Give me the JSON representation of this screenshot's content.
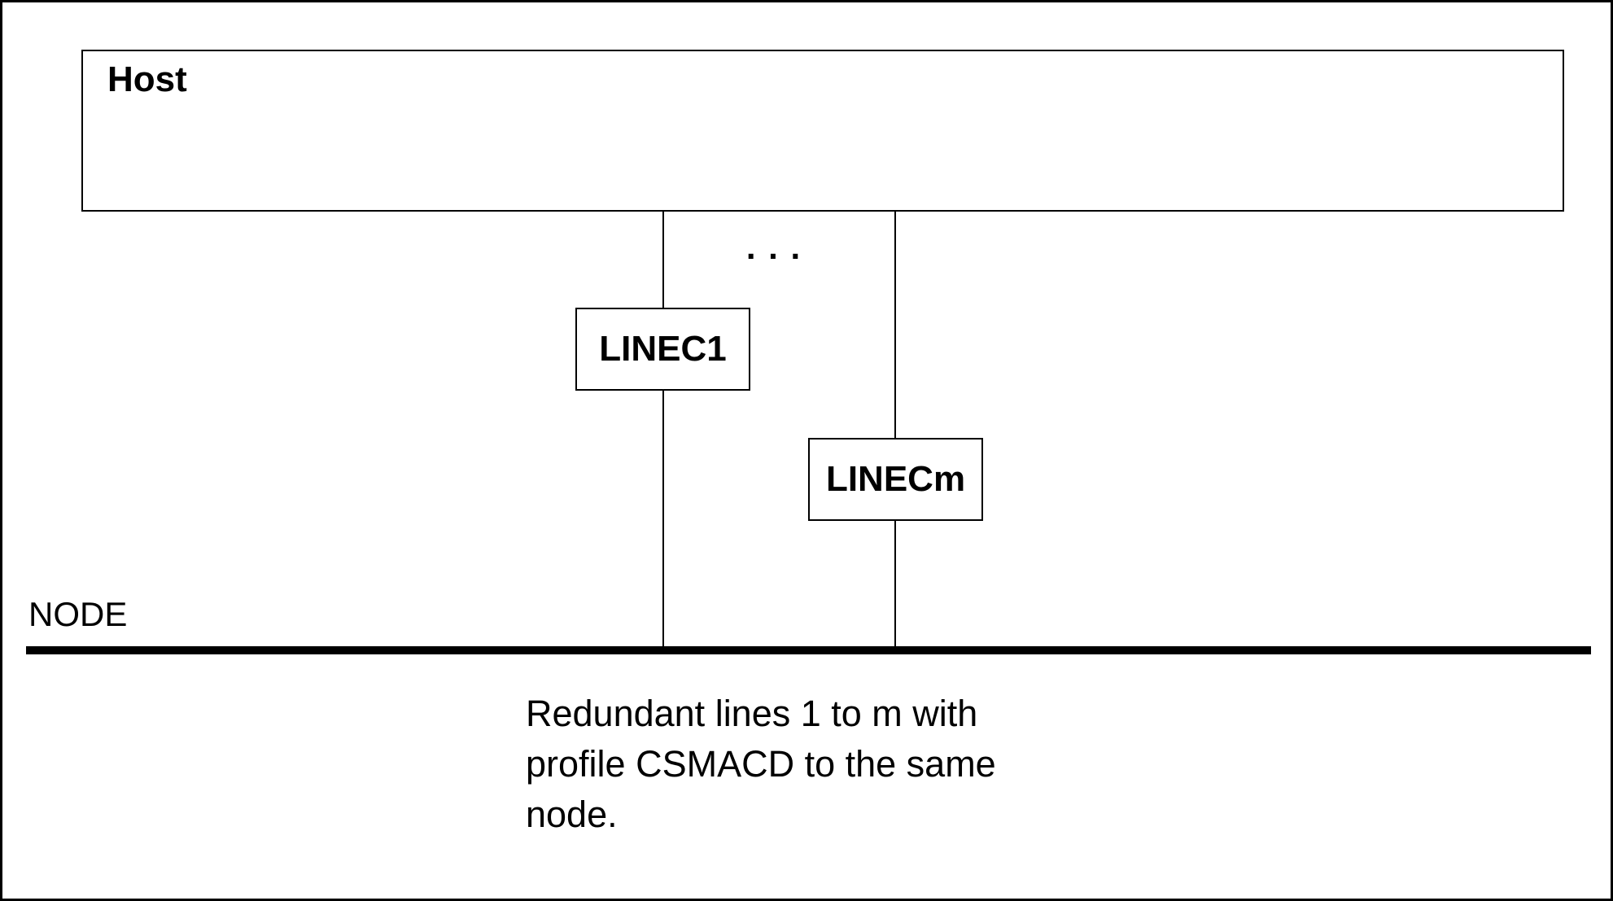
{
  "diagram": {
    "host": {
      "label": "Host"
    },
    "line_cards": [
      {
        "label": "LINEC1"
      },
      {
        "label": "LINECm"
      }
    ],
    "ellipsis": ". . .",
    "node": {
      "label": "NODE"
    },
    "caption": {
      "lines": [
        "Redundant lines 1 to m with",
        "profile CSMACD to the same",
        "node."
      ]
    },
    "colors": {
      "foreground": "#000000",
      "background": "#ffffff"
    }
  }
}
